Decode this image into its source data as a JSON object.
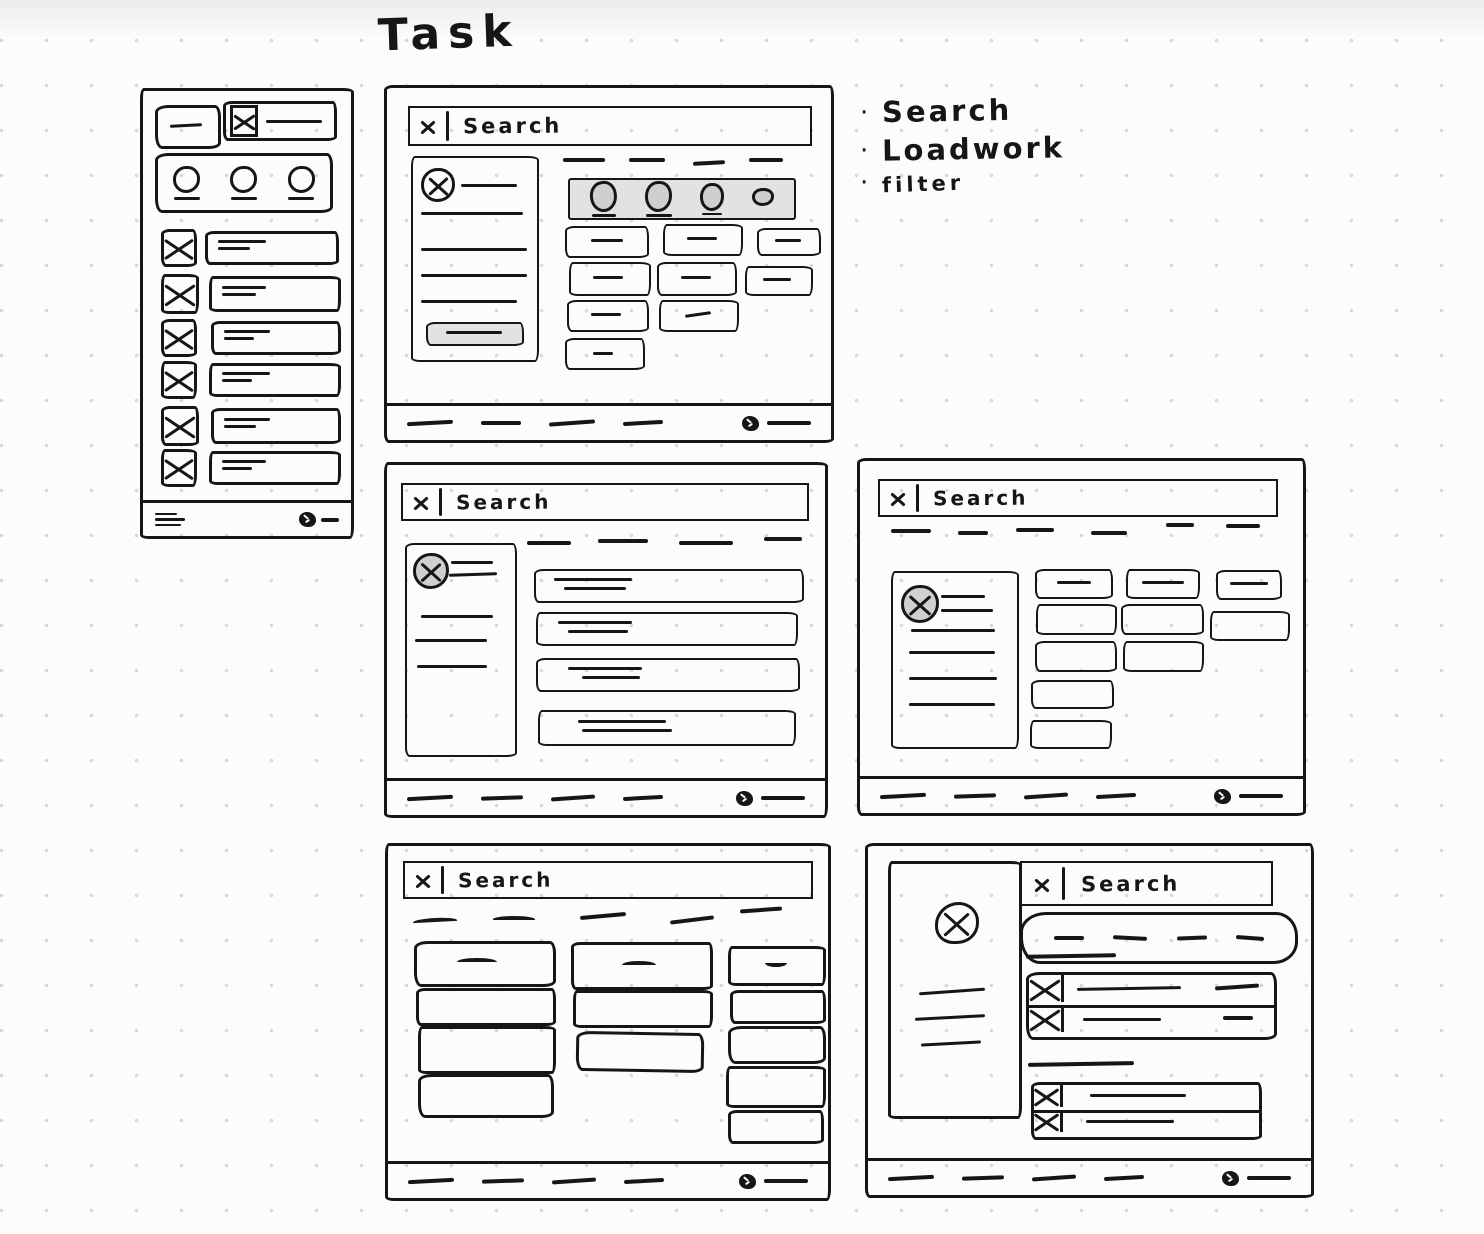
{
  "title": "Task",
  "search_label": "Search",
  "notes": [
    "Search",
    "Loadwork",
    "filter"
  ],
  "notes_bullet": "·",
  "colors": {
    "ink": "#161616",
    "paper": "#fcfcfc",
    "grid_dot": "#d8d8d8",
    "gray_fill": "#e2e2e2"
  },
  "icons": {
    "close": "x-mark",
    "checkbox_checked": "box-with-x",
    "clear_circle": "circle-with-x",
    "footer_avatar": "scribble-ball"
  },
  "structure": {
    "mobile_wireframe": {
      "checkbox_rows": 6,
      "avatar_circles": 3
    },
    "search_overview_wireframe": {
      "nav_links": 4,
      "filter_buttons": 9,
      "avatar_ovals": 4
    },
    "search_results_list_wireframe": {
      "nav_links": 4,
      "result_rows": 4
    },
    "search_filter_grid_wireframe": {
      "nav_links": 6,
      "grid_boxes": 10
    },
    "card_columns_wireframe": {
      "nav_links": 5,
      "column_box_counts": [
        4,
        3,
        5
      ]
    },
    "sidebar_checklist_wireframe": {
      "checklist_groups": 2,
      "rows_per_group": 2
    }
  }
}
